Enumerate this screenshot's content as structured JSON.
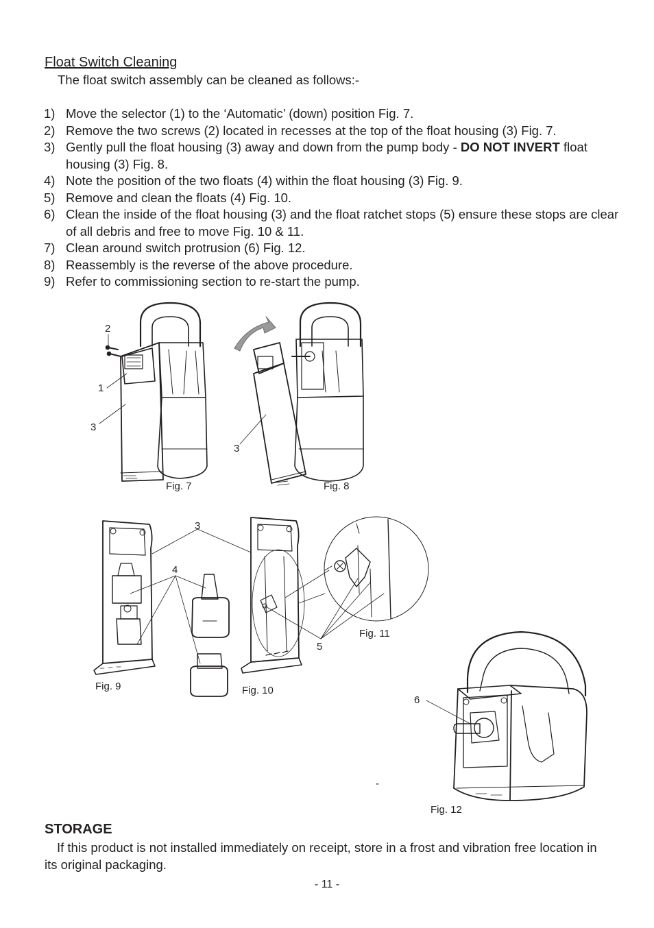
{
  "section": {
    "title": "Float Switch Cleaning",
    "intro": "The float switch assembly can be cleaned as follows:-"
  },
  "steps": [
    {
      "num": "1)",
      "text": "Move the selector (1) to the ‘Automatic’ (down) position Fig. 7."
    },
    {
      "num": "2)",
      "text": "Remove the two screws (2) located in recesses at the top of the float housing (3) Fig. 7."
    },
    {
      "num": "3)",
      "text_before": "Gently pull the float housing (3) away and down from the pump body - ",
      "bold": "DO NOT INVERT",
      "text_after": " float housing (3) Fig. 8."
    },
    {
      "num": "4)",
      "text": "Note the position of the two floats (4) within the float housing (3) Fig. 9."
    },
    {
      "num": "5)",
      "text": "Remove and clean the floats (4) Fig. 10."
    },
    {
      "num": "6)",
      "text": "Clean the inside of the float housing (3) and the float ratchet stops (5) ensure these stops are clear of all debris and free to move Fig. 10 & 11."
    },
    {
      "num": "7)",
      "text": "Clean around switch protrusion (6) Fig. 12."
    },
    {
      "num": "8)",
      "text": "Reassembly is the reverse of the above procedure."
    },
    {
      "num": "9)",
      "text": "Refer to commissioning section to re-start the pump."
    }
  ],
  "figures": {
    "fig7": {
      "caption": "Fig. 7",
      "callouts": [
        "2",
        "1",
        "3"
      ]
    },
    "fig8": {
      "caption": "Fig. 8",
      "callouts": [
        "3"
      ]
    },
    "fig9": {
      "caption": "Fig. 9"
    },
    "fig10": {
      "caption": "Fig. 10"
    },
    "fig11": {
      "caption": "Fig. 11"
    },
    "fig12": {
      "caption": "Fig. 12",
      "callouts": [
        "6"
      ]
    },
    "shared_callouts": {
      "housing": "3",
      "floats": "4",
      "stops": "5"
    },
    "stray_mark": "-"
  },
  "storage": {
    "title": "STORAGE",
    "text": "If this product is not installed immediately on receipt, store in a frost and vibration free location in its original packaging."
  },
  "page_number": "- 11 -"
}
